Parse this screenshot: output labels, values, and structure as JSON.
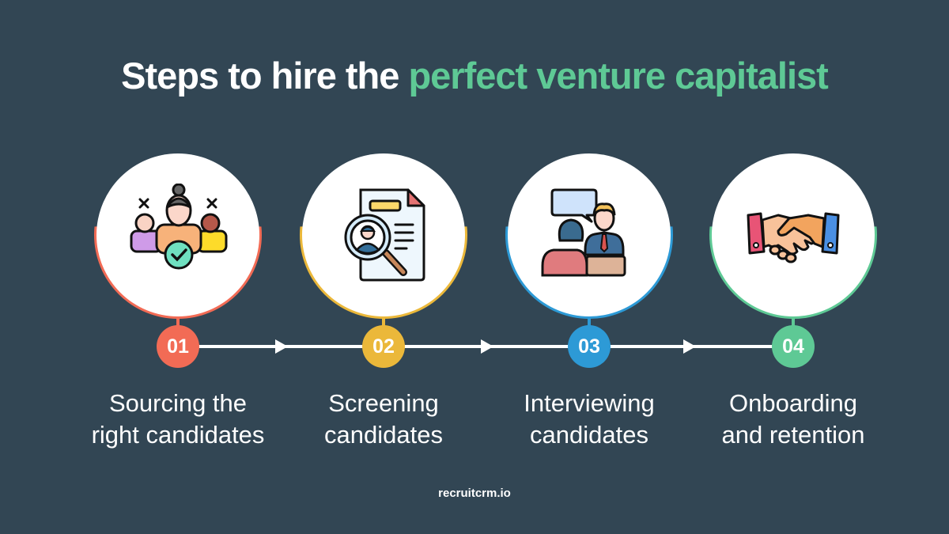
{
  "title": {
    "prefix": "Steps to hire the ",
    "highlight": "perfect venture capitalist"
  },
  "colors": {
    "background": "#324654",
    "accent": "#5ec995",
    "step1": "#f26b55",
    "step2": "#ebb83a",
    "step3": "#2d9ad6",
    "step4": "#5ec995"
  },
  "steps": [
    {
      "number": "01",
      "line1": "Sourcing the",
      "line2": "right candidates",
      "icon": "candidate-selection-icon",
      "color": "#f26b55"
    },
    {
      "number": "02",
      "line1": "Screening",
      "line2": "candidates",
      "icon": "resume-search-icon",
      "color": "#ebb83a"
    },
    {
      "number": "03",
      "line1": "Interviewing",
      "line2": "candidates",
      "icon": "interview-icon",
      "color": "#2d9ad6"
    },
    {
      "number": "04",
      "line1": "Onboarding",
      "line2": "and retention",
      "icon": "handshake-icon",
      "color": "#5ec995"
    }
  ],
  "footer": {
    "brand": "recruitcrm.io"
  }
}
